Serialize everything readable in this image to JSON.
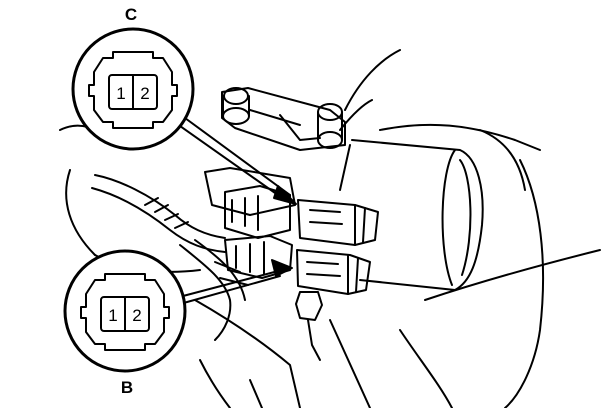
{
  "callouts": {
    "c": {
      "letter": "C",
      "pin1": "1",
      "pin2": "2"
    },
    "b": {
      "letter": "B",
      "pin1": "1",
      "pin2": "2"
    }
  },
  "colors": {
    "line": "#000000",
    "background": "#ffffff"
  }
}
